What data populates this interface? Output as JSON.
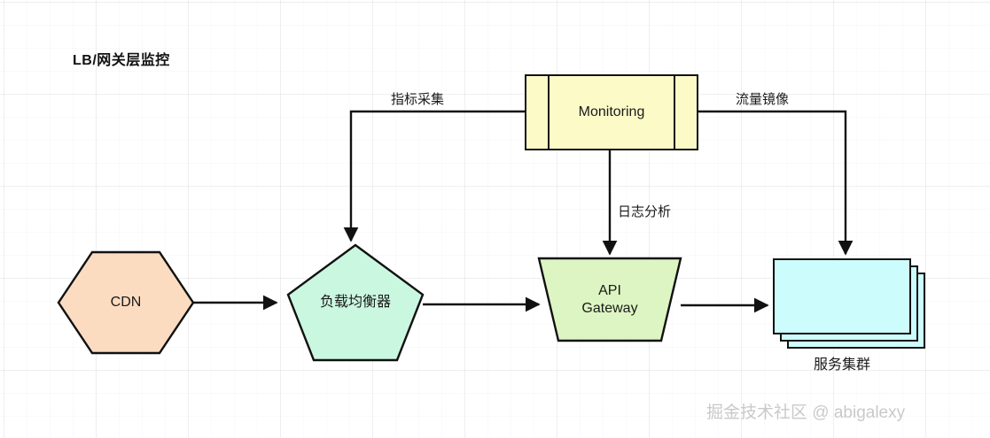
{
  "diagram": {
    "title": "LB/网关层监控",
    "watermark": "掘金技术社区 @ abigalexy",
    "nodes": {
      "cdn": {
        "label": "CDN",
        "shape": "hexagon",
        "fill": "#fbdcc0"
      },
      "lb": {
        "label": "负载均衡器",
        "shape": "pentagon",
        "fill": "#caf7e0"
      },
      "api": {
        "label": "API\nGateway",
        "shape": "trapezoid",
        "fill": "#dcf5c2"
      },
      "cluster": {
        "label": "服务集群",
        "shape": "stacked-rectangles",
        "fill": "#ccfcfc"
      },
      "monitoring": {
        "label": "Monitoring",
        "shape": "process",
        "fill": "#fcfbc8"
      }
    },
    "edges": [
      {
        "from": "cdn",
        "to": "lb",
        "label": ""
      },
      {
        "from": "lb",
        "to": "api",
        "label": ""
      },
      {
        "from": "api",
        "to": "cluster",
        "label": ""
      },
      {
        "from": "monitoring",
        "to": "lb",
        "label": "指标采集"
      },
      {
        "from": "monitoring",
        "to": "api",
        "label": "日志分析"
      },
      {
        "from": "monitoring",
        "to": "cluster",
        "label": "流量镜像"
      }
    ],
    "colors": {
      "stroke": "#111111",
      "background": "#ffffff",
      "grid": "#e8e8e8"
    }
  }
}
